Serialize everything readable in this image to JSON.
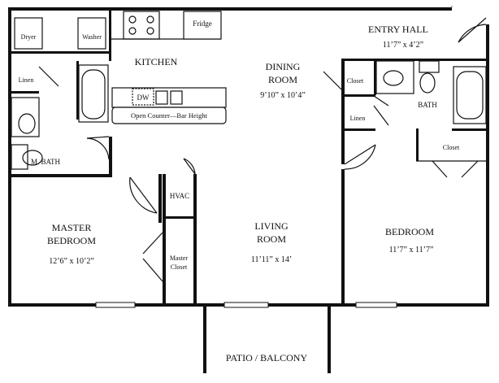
{
  "rooms": {
    "entry_hall": {
      "name": "ENTRY   HALL",
      "dims": "11’7” x 4’2”"
    },
    "kitchen": {
      "name": "KITCHEN"
    },
    "dining": {
      "name_line1": "DINING",
      "name_line2": "ROOM",
      "dims": "9’10” x 10’4”"
    },
    "living": {
      "name_line1": "LIVING",
      "name_line2": "ROOM",
      "dims": "11’11” x 14’"
    },
    "master_bedroom": {
      "name_line1": "MASTER",
      "name_line2": "BEDROOM",
      "dims": "12’6” x 10’2”"
    },
    "bedroom": {
      "name": "BEDROOM",
      "dims": "11’7” x 11’7”"
    },
    "patio": {
      "name": "PATIO / BALCONY"
    },
    "m_bath": {
      "name": "M. BATH"
    },
    "bath": {
      "name": "BATH"
    }
  },
  "fixtures": {
    "dryer": "Dryer",
    "washer": "Washer",
    "fridge": "Fridge",
    "dw": "DW",
    "counter": "Open Counter—Bar Height",
    "linen_left": "Linen",
    "linen_right": "Linen",
    "hvac": "HVAC",
    "master_closet_line1": "Master",
    "master_closet_line2": "Closet",
    "closet_entry": "Closet",
    "closet_bedroom": "Closet"
  }
}
